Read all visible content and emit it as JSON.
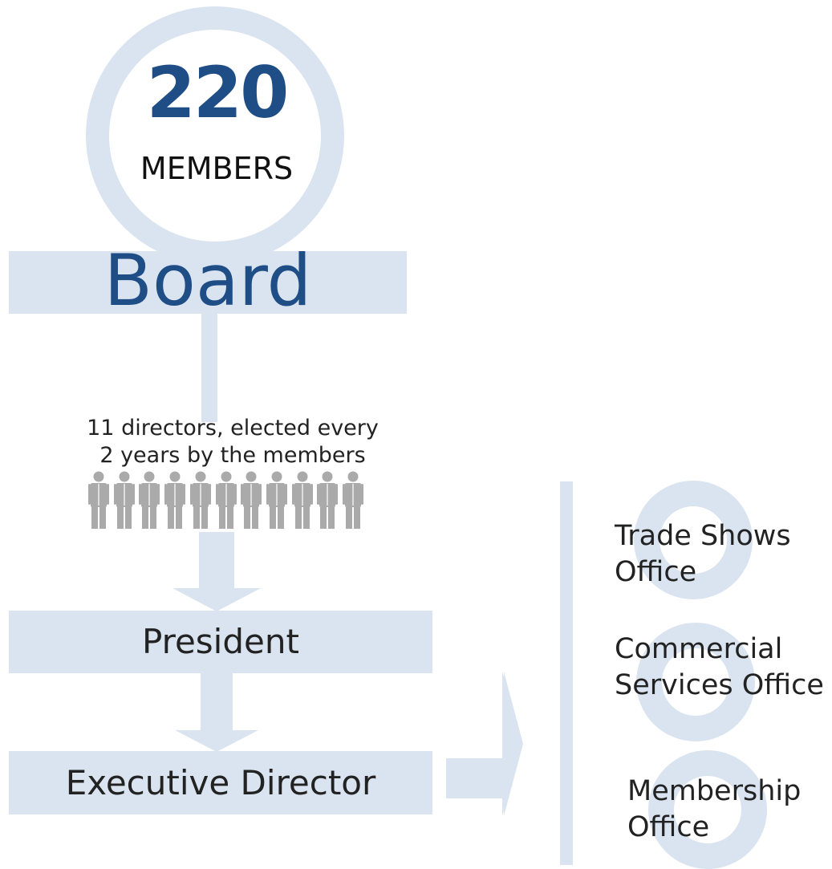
{
  "members": {
    "count": "220",
    "label": "MEMBERS"
  },
  "board": {
    "label": "Board"
  },
  "directors_note": {
    "line1": "11 directors, elected every",
    "line2": "2 years by the members"
  },
  "directors_icon": {
    "icon": "person-icon",
    "count": 11,
    "color": "#aaaaaa"
  },
  "president": {
    "label": "President"
  },
  "executive_director": {
    "label": "Executive Director"
  },
  "offices": [
    {
      "line1": "Trade Shows",
      "line2": "Office"
    },
    {
      "line1": "Commercial",
      "line2": "Services Office"
    },
    {
      "line1": "Membership",
      "line2": "Office"
    }
  ],
  "colors": {
    "accent": "#1f4e87",
    "shape": "#dae4f0",
    "person": "#aaaaaa",
    "text": "#222222"
  }
}
